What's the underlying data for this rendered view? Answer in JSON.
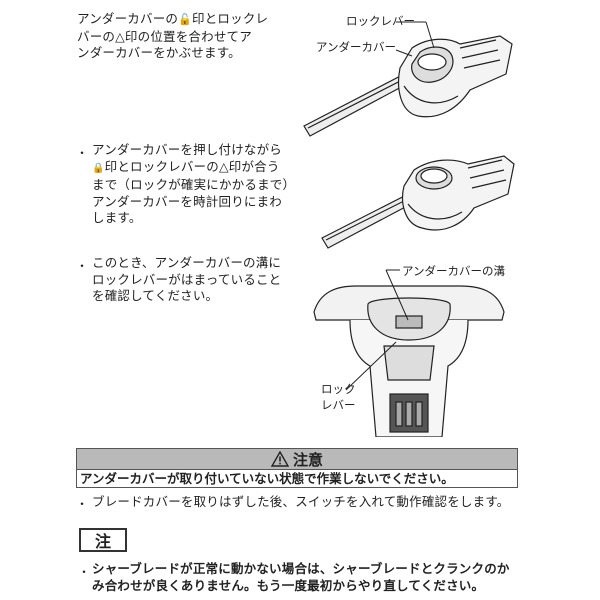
{
  "step1": {
    "line1": "アンダーカバーの",
    "line1_after": "印とロックレ",
    "line2": "バーの△印の位置を合わせてア",
    "line3": "ンダーカバーをかぶせます。"
  },
  "step2": {
    "bullet": "・",
    "line1": "アンダーカバーを押し付けながら",
    "line2_after": "印とロックレバーの△印が合う",
    "line3": "まで（ロックが確実にかかるまで）",
    "line4": "アンダーカバーを時計回りにまわ",
    "line5": "します。"
  },
  "step3": {
    "bullet": "・",
    "line1": "このとき、アンダーカバーの溝に",
    "line2": "ロックレバーがはまっていること",
    "line3": "を確認してください。"
  },
  "figure1": {
    "label_lock": "ロックレバー",
    "label_cover": "アンダーカバー"
  },
  "figure3": {
    "label_groove": "アンダーカバーの溝",
    "label_lock_1": "ロック",
    "label_lock_2": "レバー"
  },
  "caution": {
    "title": "注意",
    "icon": "warning-triangle-icon",
    "body": "アンダーカバーが取り付いていない状態で作業しないでください。"
  },
  "blade_note": {
    "bullet": "・",
    "text": "ブレードカバーを取りはずした後、スイッチを入れて動作確認をします。"
  },
  "note": {
    "label": "注",
    "bullet": "・",
    "line1": "シャーブレードが正常に動かない場合は、シャーブレードとクランクのか",
    "line2": "み合わせが良くありません。もう一度最初からやり直してください。"
  }
}
